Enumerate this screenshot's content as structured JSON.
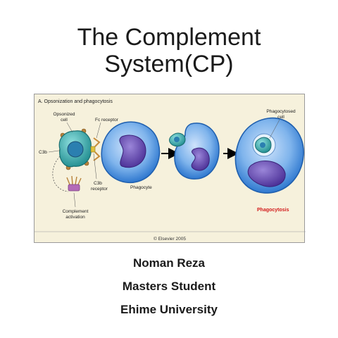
{
  "slide": {
    "title_line1": "The Complement",
    "title_line2": "System(CP)"
  },
  "figure": {
    "panel_label": "A. Opsonization and phagocytosis",
    "labels": {
      "opsonized_cell_line1": "Opsonized",
      "opsonized_cell_line2": "cell",
      "fc_receptor": "Fc receptor",
      "c3b": "C3b",
      "c3b_receptor_line1": "C3b",
      "c3b_receptor_line2": "receptor",
      "phagocyte": "Phagocyte",
      "complement_activation_line1": "Complement",
      "complement_activation_line2": "activation",
      "phagocytosed_cell_line1": "Phagocytosed",
      "phagocytosed_cell_line2": "cell",
      "phagocytosis": "Phagocytosis"
    },
    "copyright": "© Elsevier 2005",
    "colors": {
      "background": "#f6f1dc",
      "phagocyte_outer": "#3a86d8",
      "phagocyte_inner": "#a7ccf2",
      "nucleus": "#6a4ab3",
      "opsonized_cell": "#2aa6a6",
      "highlight_text": "#d31b1b"
    }
  },
  "author": {
    "name": "Noman Reza",
    "role": "Masters Student",
    "institution": "Ehime University"
  }
}
